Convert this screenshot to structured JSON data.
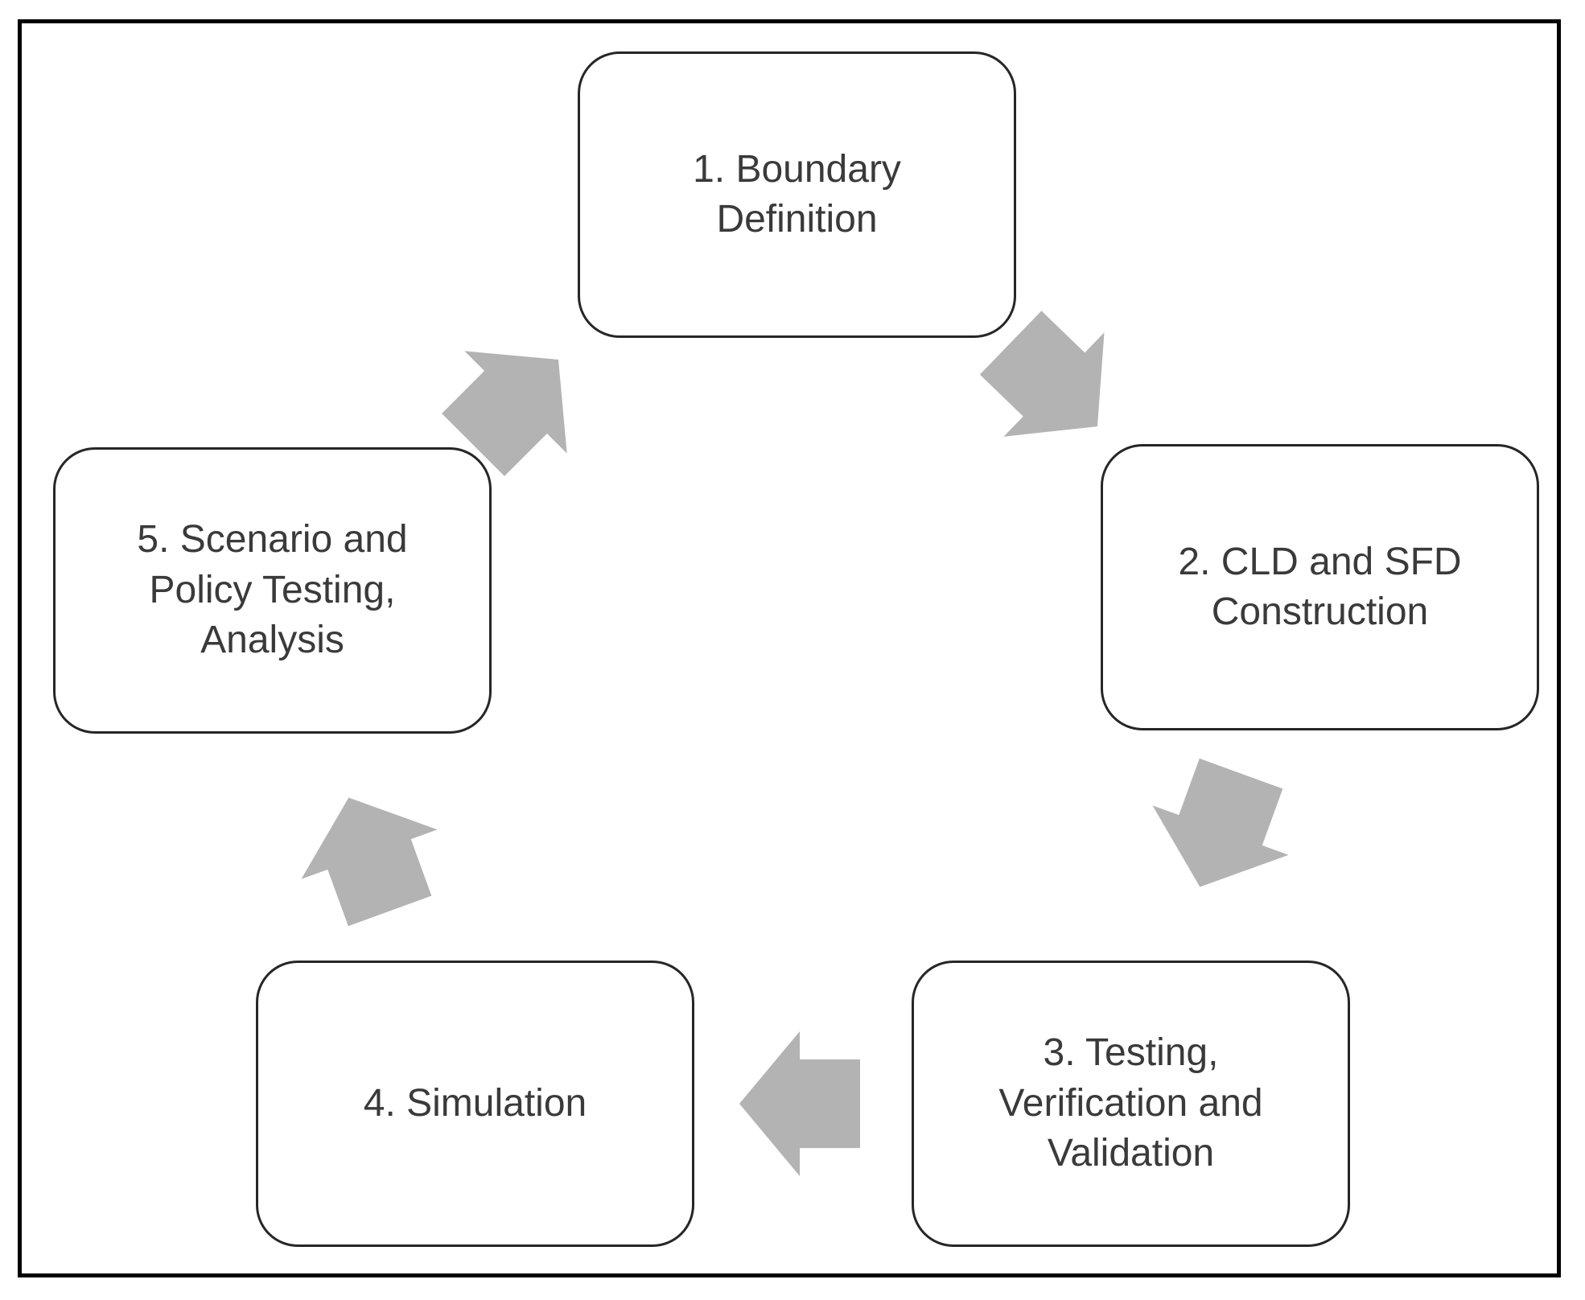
{
  "diagram": {
    "type": "cycle",
    "steps": [
      {
        "id": "1",
        "label": "1. Boundary\nDefinition"
      },
      {
        "id": "2",
        "label": "2. CLD and SFD\nConstruction"
      },
      {
        "id": "3",
        "label": "3. Testing,\nVerification and\nValidation"
      },
      {
        "id": "4",
        "label": "4. Simulation"
      },
      {
        "id": "5",
        "label": "5. Scenario and\nPolicy Testing,\nAnalysis"
      }
    ],
    "arrows": [
      {
        "from": "5",
        "to": "1",
        "direction": "up-right"
      },
      {
        "from": "1",
        "to": "2",
        "direction": "down-right"
      },
      {
        "from": "2",
        "to": "3",
        "direction": "down-left"
      },
      {
        "from": "3",
        "to": "4",
        "direction": "left"
      },
      {
        "from": "4",
        "to": "5",
        "direction": "up-left"
      }
    ],
    "colors": {
      "arrow": "#b3b3b3",
      "box_border": "#262626",
      "box_fill": "#ffffff",
      "text": "#3a3a3a",
      "frame_border": "#000000",
      "background": "#ffffff"
    }
  }
}
